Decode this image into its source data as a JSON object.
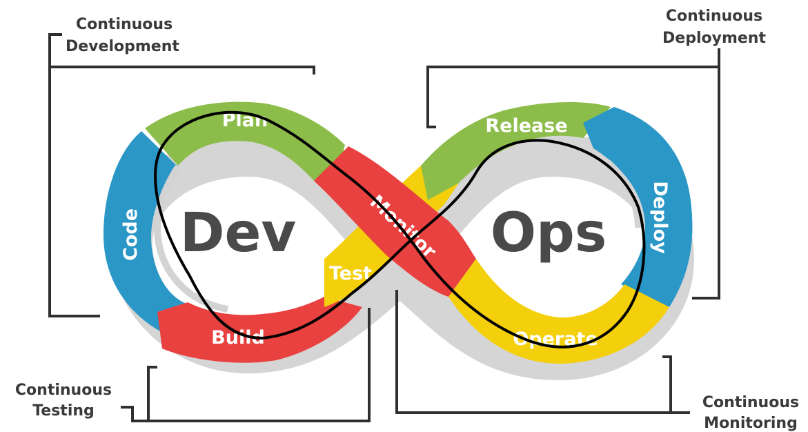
{
  "diagram": {
    "center_left": "Dev",
    "center_right": "Ops",
    "segments": {
      "plan": "Plan",
      "code": "Code",
      "build": "Build",
      "test": "Test",
      "monitor": "Monitor",
      "release": "Release",
      "deploy": "Deploy",
      "operate": "Operate"
    },
    "phases": {
      "development": [
        "Continuous",
        "Development"
      ],
      "deployment": [
        "Continuous",
        "Deployment"
      ],
      "testing": [
        "Continuous",
        "Testing"
      ],
      "monitoring": [
        "Continuous",
        "Monitoring"
      ]
    },
    "colors": {
      "green": "#8cbd4a",
      "blue": "#2a97c7",
      "red": "#e8413f",
      "yellow": "#f4cf0b",
      "shadow": "#d3d3d3",
      "text_dark": "#3a3a3a"
    }
  }
}
